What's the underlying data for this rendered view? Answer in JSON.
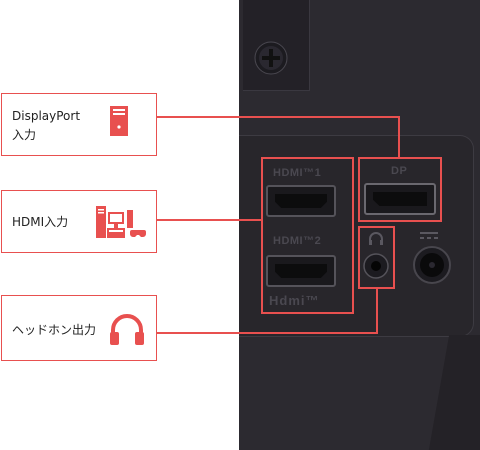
{
  "labels": {
    "displayport": {
      "line1": "DisplayPort",
      "line2": "入力",
      "icon": "pc-tower-icon"
    },
    "hdmi": {
      "text": "HDMI入力",
      "icon": "devices-icon"
    },
    "headphone": {
      "text": "ヘッドホン出力",
      "icon": "headphones-icon"
    }
  },
  "ports": {
    "hdmi1_label": "HDMI™1",
    "hdmi2_label": "HDMI™2",
    "dp_label": "DP",
    "hdmi_logo": "Hdmi™"
  },
  "colors": {
    "accent": "#e8504f",
    "panel": "#2c2a30"
  }
}
